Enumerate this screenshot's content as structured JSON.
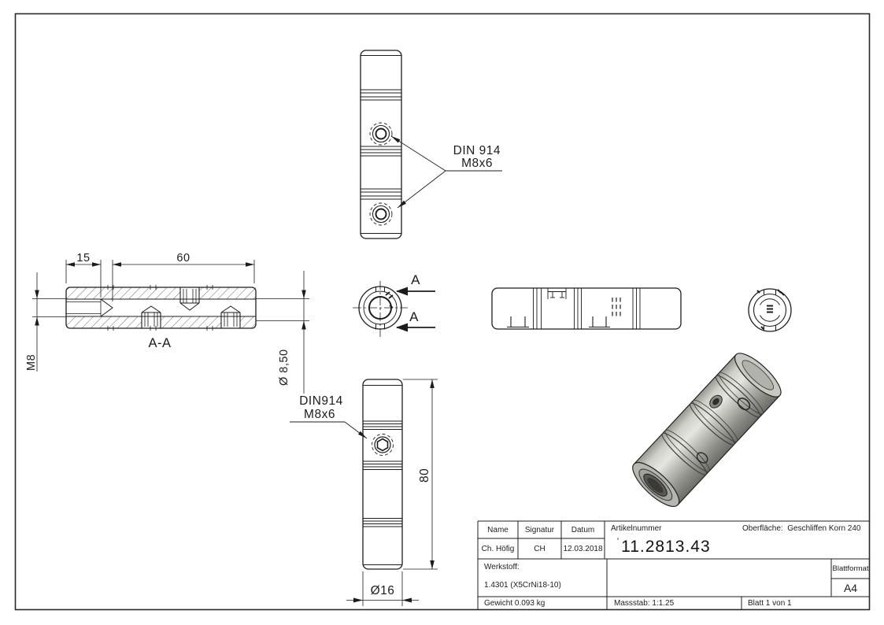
{
  "views": {
    "top_note": {
      "line1": "DIN 914",
      "line2": "M8x6"
    },
    "bottom_note": {
      "line1": "DIN914",
      "line2": "M8x6"
    },
    "section": {
      "label": "A-A",
      "dim_15": "15",
      "dim_60": "60",
      "dim_m8": "M8",
      "dim_bore": "Ø 8,50"
    },
    "cut_arrows": {
      "top": "A",
      "bottom": "A"
    },
    "bottom_view": {
      "dim_80": "80",
      "dim_d16": "Ø16"
    }
  },
  "title_block": {
    "name_label": "Name",
    "signatur_label": "Signatur",
    "datum_label": "Datum",
    "name_value": "Ch. Höfig",
    "signatur_value": "CH",
    "datum_value": "12.03.2018",
    "artikelnummer_label": "Artikelnummer",
    "artikelnummer_prefix": "'",
    "artikelnummer_value": "11.2813.43",
    "oberflaeche_label": "Oberfläche:",
    "oberflaeche_value": "Geschliffen Korn 240",
    "werkstoff_label": "Werkstoff:",
    "werkstoff_value": "1.4301 (X5CrNi18-10)",
    "gewicht": "Gewicht 0.093 kg",
    "massstab": "Massstab: 1:1.25",
    "blatt": "Blatt 1 von 1",
    "blattformat_label": "Blattformat",
    "blattformat_value": "A4"
  },
  "colors": {
    "line": "#1c1c1c",
    "background": "#ffffff",
    "metal_light": "#e8e8e4",
    "metal_dark": "#6f6f6b"
  }
}
